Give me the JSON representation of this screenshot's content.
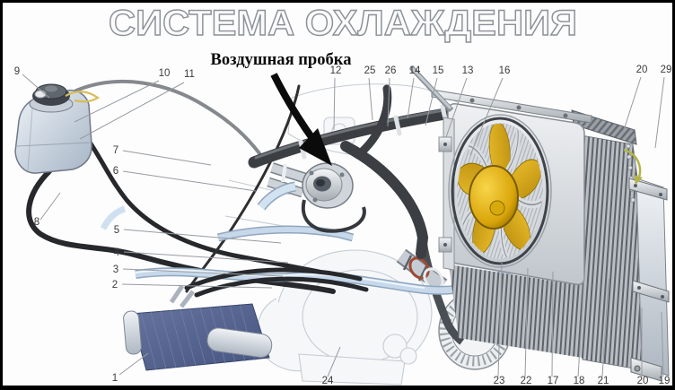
{
  "title": "СИСТЕМА ОХЛАЖДЕНИЯ",
  "annotation": {
    "label": "Воздушная пробка"
  },
  "callouts": {
    "n1": "1",
    "n2": "2",
    "n3": "3",
    "n4": "4",
    "n5": "5",
    "n6": "6",
    "n7": "7",
    "n8": "8",
    "n9": "9",
    "n10": "10",
    "n11": "11",
    "n12": "12",
    "n13": "13",
    "n14": "14",
    "n15": "15",
    "n16": "16",
    "n17": "17",
    "n18": "18",
    "n19": "19",
    "n20_top": "20",
    "n20_bottom": "20",
    "n21": "21",
    "n22": "22",
    "n23": "23",
    "n24": "24",
    "n25": "25",
    "n26": "26",
    "n29": "29"
  },
  "colors": {
    "fan_blade": "#E2AC07",
    "fan_hub": "#D9A50A",
    "heater_core": "#56679B",
    "tank_body": "#C3CFDC",
    "title_outline": "#8B9197",
    "hose_dark": "#3B3E42",
    "pipe_blue": "#C6D8EA",
    "arrow_black": "#0B0B0B",
    "wire_yellow": "#D6BD58",
    "clamp_red": "#9E4A32"
  }
}
